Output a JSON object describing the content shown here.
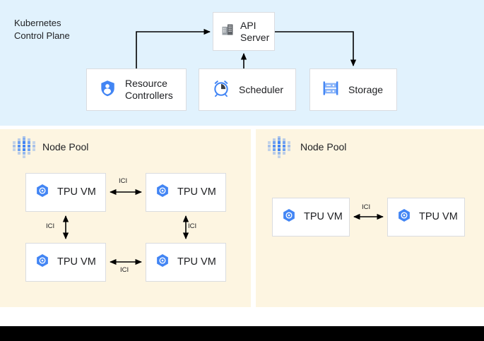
{
  "control_plane": {
    "title": "Kubernetes\nControl Plane",
    "background_color": "#e1f2fd",
    "boxes": [
      {
        "id": "api-server",
        "label": "API\nServer",
        "icon": "building-icon"
      },
      {
        "id": "resource-controllers",
        "label": "Resource\nControllers",
        "icon": "shield-person-icon"
      },
      {
        "id": "scheduler",
        "label": "Scheduler",
        "icon": "alarm-clock-icon"
      },
      {
        "id": "storage",
        "label": "Storage",
        "icon": "server-rack-icon"
      }
    ],
    "connections": [
      {
        "from": "resource-controllers",
        "to": "api-server",
        "direction": "to-api-server"
      },
      {
        "from": "scheduler",
        "to": "api-server",
        "direction": "to-api-server"
      },
      {
        "from": "api-server",
        "to": "storage",
        "direction": "to-storage"
      }
    ]
  },
  "node_pools": [
    {
      "id": "node-pool-left",
      "title": "Node Pool",
      "background_color": "#fdf5e1",
      "icon": "node-cluster-icon",
      "vms": [
        {
          "id": "tpu-l1",
          "label": "TPU VM",
          "icon": "tpu-hex-icon"
        },
        {
          "id": "tpu-l2",
          "label": "TPU VM",
          "icon": "tpu-hex-icon"
        },
        {
          "id": "tpu-l3",
          "label": "TPU VM",
          "icon": "tpu-hex-icon"
        },
        {
          "id": "tpu-l4",
          "label": "TPU VM",
          "icon": "tpu-hex-icon"
        }
      ],
      "links": [
        {
          "id": "ici-l-top",
          "label": "ICI",
          "between": [
            "tpu-l1",
            "tpu-l2"
          ],
          "orientation": "horizontal"
        },
        {
          "id": "ici-l-bottom",
          "label": "ICI",
          "between": [
            "tpu-l3",
            "tpu-l4"
          ],
          "orientation": "horizontal"
        },
        {
          "id": "ici-l-left",
          "label": "ICI",
          "between": [
            "tpu-l1",
            "tpu-l3"
          ],
          "orientation": "vertical"
        },
        {
          "id": "ici-l-right",
          "label": "ICI",
          "between": [
            "tpu-l2",
            "tpu-l4"
          ],
          "orientation": "vertical"
        }
      ]
    },
    {
      "id": "node-pool-right",
      "title": "Node Pool",
      "background_color": "#fdf5e1",
      "icon": "node-cluster-icon",
      "vms": [
        {
          "id": "tpu-r1",
          "label": "TPU VM",
          "icon": "tpu-hex-icon"
        },
        {
          "id": "tpu-r2",
          "label": "TPU VM",
          "icon": "tpu-hex-icon"
        }
      ],
      "links": [
        {
          "id": "ici-r-mid",
          "label": "ICI",
          "between": [
            "tpu-r1",
            "tpu-r2"
          ],
          "orientation": "horizontal"
        }
      ]
    }
  ],
  "colors": {
    "control_plane_bg": "#e1f2fd",
    "node_pool_bg": "#fdf5e1",
    "box_bg": "#ffffff",
    "box_border": "#dadce0",
    "icon_blue": "#4285f4",
    "icon_blue_light": "#8ab4f8",
    "icon_gray": "#5f6368",
    "text": "#202124",
    "connector": "#000000",
    "bottom_bar": "#000000"
  }
}
